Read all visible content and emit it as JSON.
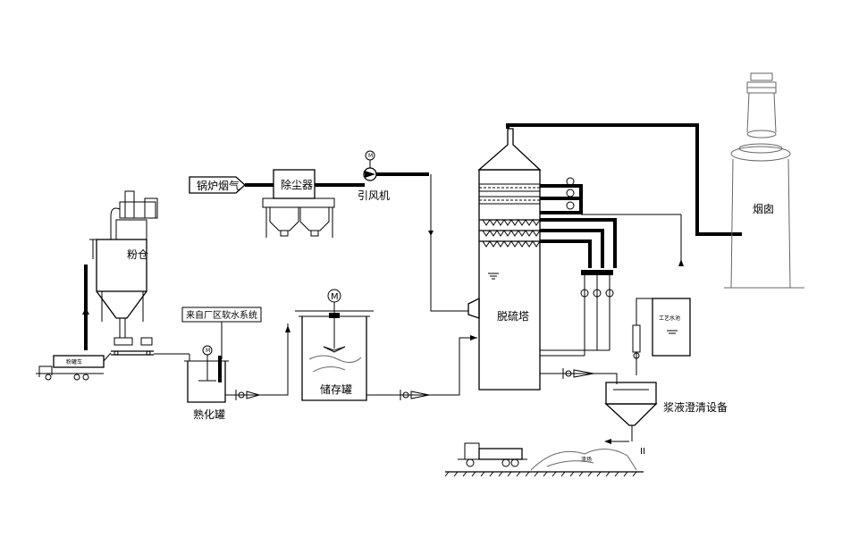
{
  "labels": {
    "boiler_flue_gas": "锅炉烟气",
    "dust_collector": "除尘器",
    "induced_fan": "引风机",
    "powder_silo": "粉仓",
    "soft_water_source": "来自厂区软水系统",
    "slaking_tank": "熟化罐",
    "storage_tank": "储存罐",
    "desulfurization_tower": "脱硫塔",
    "chimney": "烟囱",
    "slurry_clarifier": "浆液澄清设备",
    "process_water_tank": "工艺水池",
    "tanker_label": "粉罐车",
    "slag_pile": "渣场",
    "motor_symbol": "M",
    "fan_symbol": "M",
    "outlet_mark": "II"
  }
}
